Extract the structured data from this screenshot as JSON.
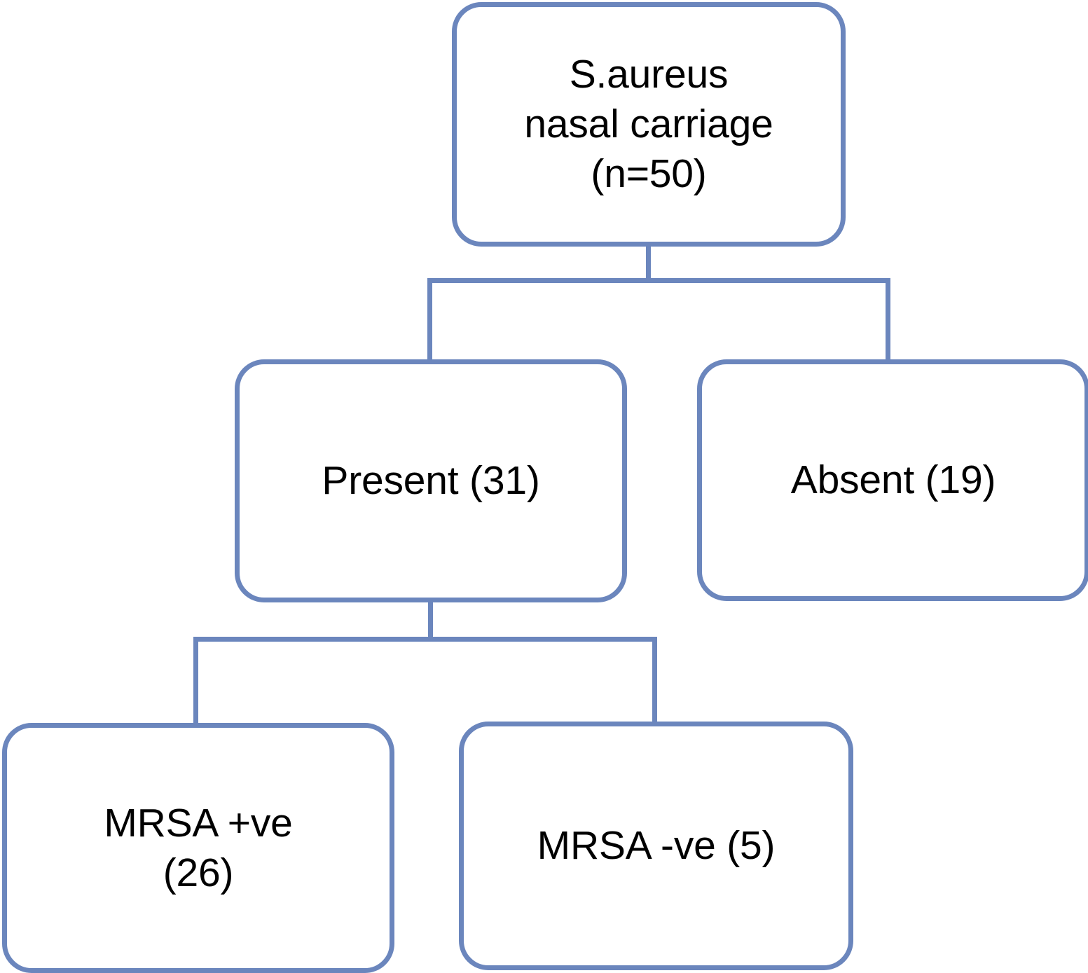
{
  "diagram": {
    "type": "flowchart",
    "title": "S.aureus nasal carriage study flow",
    "accent_color": "#6b86bd",
    "text_color": "#000000",
    "background_color": "#ffffff",
    "nodes": [
      {
        "id": "root",
        "label": "S.aureus\nnasal carriage\n(n=50)",
        "level": 0,
        "count": 50
      },
      {
        "id": "present",
        "label": "Present (31)",
        "level": 1,
        "count": 31
      },
      {
        "id": "absent",
        "label": "Absent (19)",
        "level": 1,
        "count": 19
      },
      {
        "id": "mrsa_pos",
        "label": "MRSA +ve\n(26)",
        "level": 2,
        "count": 26
      },
      {
        "id": "mrsa_neg",
        "label": "MRSA -ve (5)",
        "level": 2,
        "count": 5
      }
    ],
    "edges": [
      {
        "from": "root",
        "to": "present"
      },
      {
        "from": "root",
        "to": "absent"
      },
      {
        "from": "present",
        "to": "mrsa_pos"
      },
      {
        "from": "present",
        "to": "mrsa_neg"
      }
    ]
  }
}
